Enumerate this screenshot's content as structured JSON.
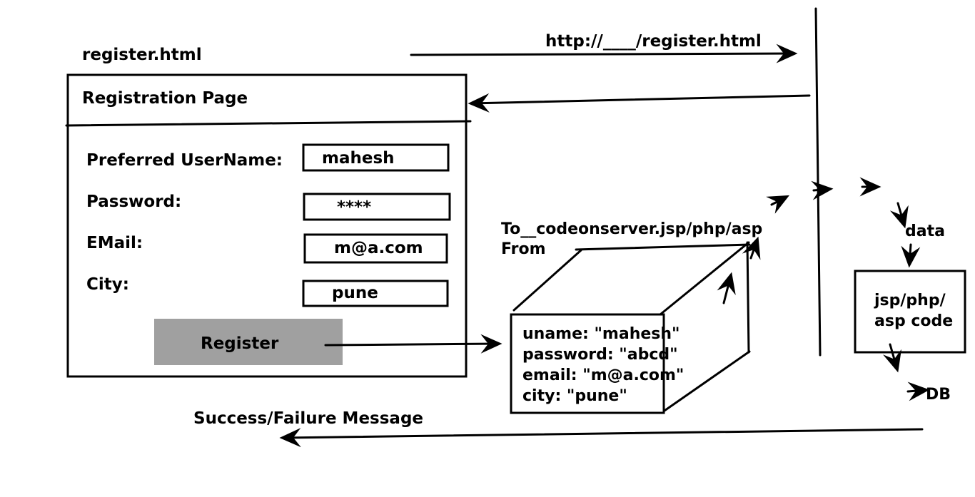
{
  "form_file_label": "register.html",
  "request_url": "http://____/register.html",
  "form": {
    "title": "Registration Page",
    "fields": [
      {
        "label": "Preferred UserName:",
        "value": "mahesh"
      },
      {
        "label": "Password:",
        "value": "****"
      },
      {
        "label": "EMail:",
        "value": "m@a.com"
      },
      {
        "label": "City:",
        "value": "pune"
      }
    ],
    "register_button": "Register"
  },
  "packet": {
    "route_to": "To__codeonserver.jsp/php/asp",
    "route_from": "From",
    "lines": [
      "uname: \"mahesh\"",
      "password: \"abcd\"",
      "email: \"m@a.com\"",
      "city: \"pune\""
    ]
  },
  "server": {
    "data_label": "data",
    "code_box_lines": [
      "jsp/php/",
      "asp code"
    ],
    "db_label": "DB"
  },
  "response_label": "Success/Failure Message"
}
